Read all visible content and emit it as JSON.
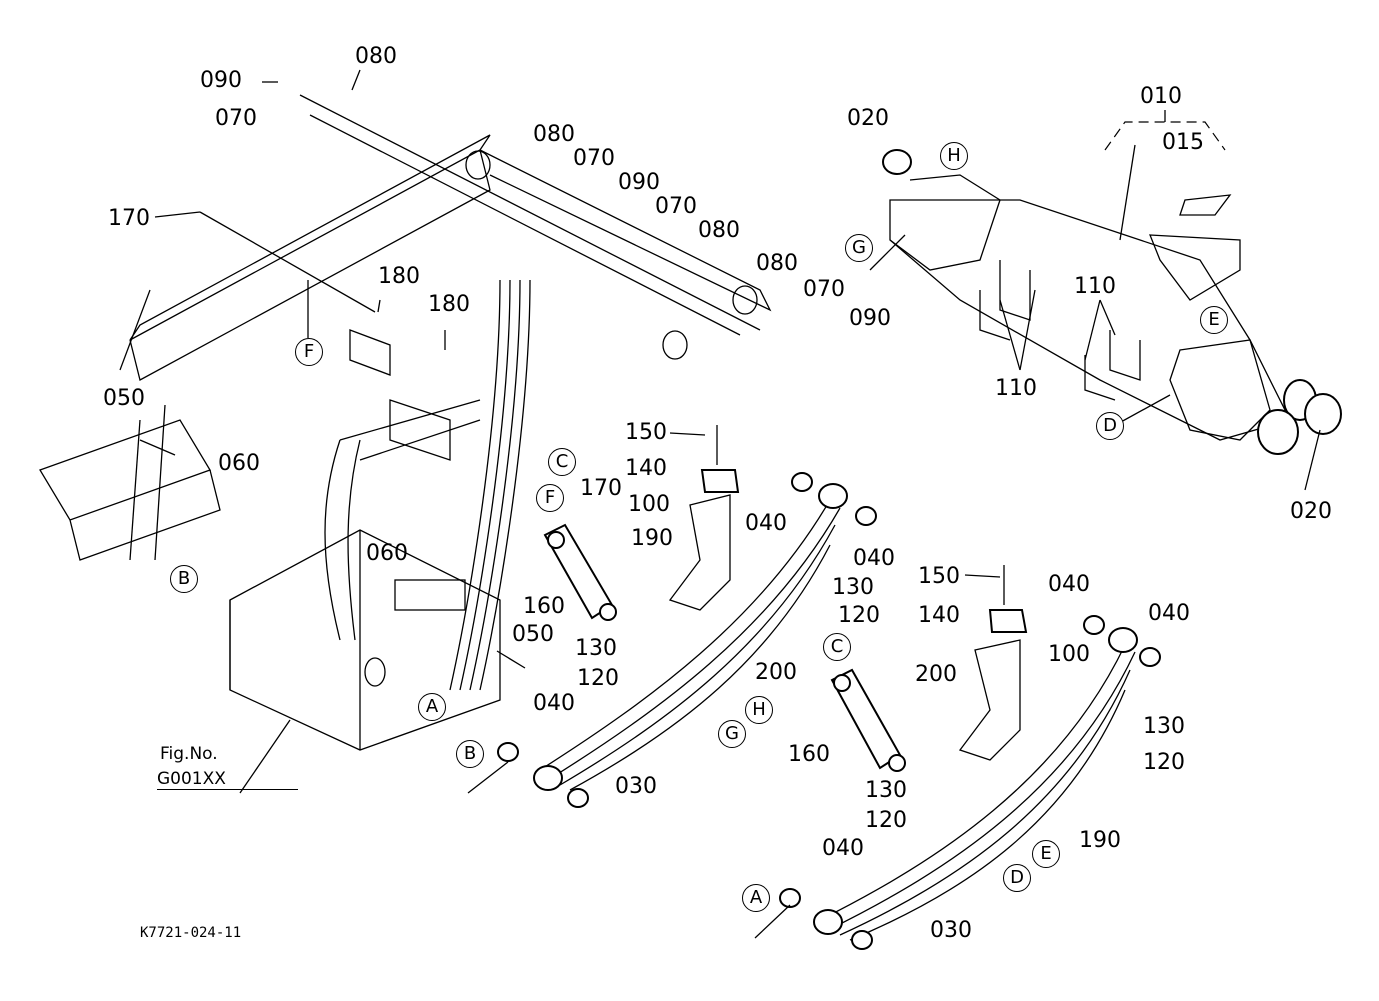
{
  "labels": {
    "p010": "010",
    "p015": "015",
    "p020a": "020",
    "p020b": "020",
    "p030a": "030",
    "p030b": "030",
    "p040a": "040",
    "p040b": "040",
    "p040c": "040",
    "p040d": "040",
    "p040e": "040",
    "p040f": "040",
    "p050a": "050",
    "p050b": "050",
    "p060a": "060",
    "p060b": "060",
    "p070a": "070",
    "p070b": "070",
    "p070c": "070",
    "p070d": "070",
    "p080a": "080",
    "p080b": "080",
    "p080c": "080",
    "p080d": "080",
    "p090a": "090",
    "p090b": "090",
    "p090c": "090",
    "p100a": "100",
    "p100b": "100",
    "p110a": "110",
    "p110b": "110",
    "p120a": "120",
    "p120b": "120",
    "p120c": "120",
    "p120d": "120",
    "p130a": "130",
    "p130b": "130",
    "p130c": "130",
    "p130d": "130",
    "p140a": "140",
    "p140b": "140",
    "p150a": "150",
    "p150b": "150",
    "p160a": "160",
    "p160b": "160",
    "p170a": "170",
    "p170b": "170",
    "p180a": "180",
    "p180b": "180",
    "p190a": "190",
    "p190b": "190",
    "p200a": "200",
    "p200b": "200"
  },
  "refs": {
    "A1": "A",
    "A2": "A",
    "B1": "B",
    "B2": "B",
    "C1": "C",
    "C2": "C",
    "D1": "D",
    "D2": "D",
    "E1": "E",
    "E2": "E",
    "F1": "F",
    "F2": "F",
    "G1": "G",
    "G2": "G",
    "H1": "H",
    "H2": "H"
  },
  "figure_ref": {
    "line1": "Fig.No.",
    "line2": "G001XX"
  },
  "drawing_code": "K7721-024-11"
}
